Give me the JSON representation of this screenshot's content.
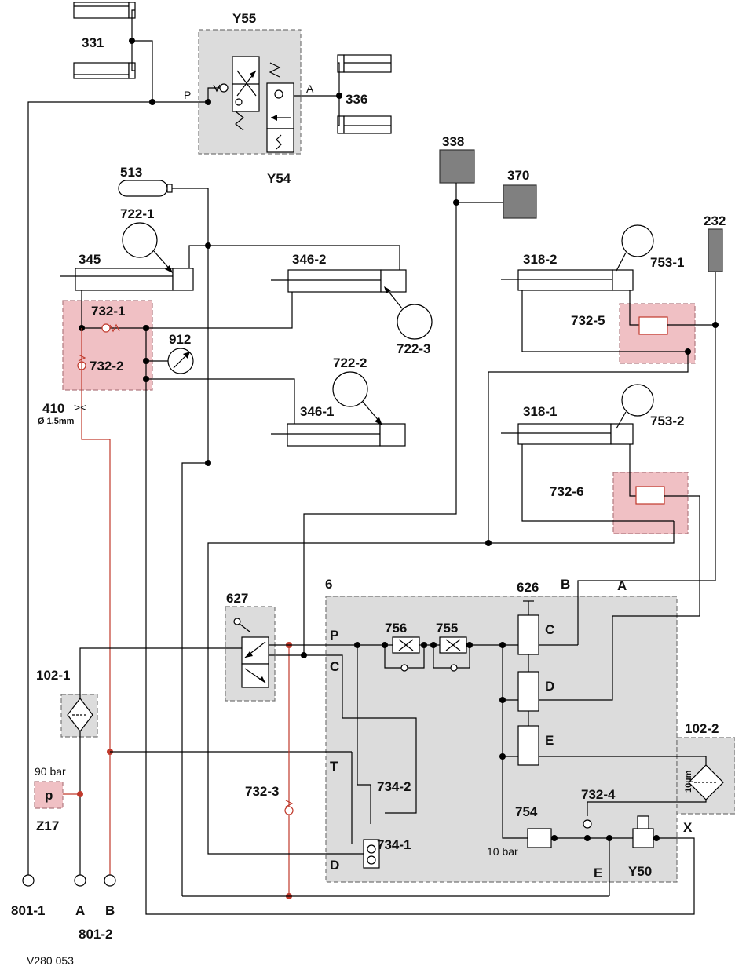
{
  "labels": {
    "y55": "Y55",
    "y54": "Y54",
    "c331": "331",
    "c336": "336",
    "port_p_top": "P",
    "port_a_top": "A",
    "c338": "338",
    "c370": "370",
    "c513": "513",
    "c722_1": "722-1",
    "c722_2": "722-2",
    "c722_3": "722-3",
    "c345": "345",
    "c346_2": "346-2",
    "c346_1": "346-1",
    "c732_1": "732-1",
    "c732_2": "732-2",
    "c732_3": "732-3",
    "c732_4": "732-4",
    "c732_5": "732-5",
    "c732_6": "732-6",
    "c912": "912",
    "c410": "410",
    "dia": "Ø 1,5mm",
    "c232": "232",
    "c318_2": "318-2",
    "c318_1": "318-1",
    "c753_1": "753-1",
    "c753_2": "753-2",
    "c627": "627",
    "c6": "6",
    "c626": "626",
    "c756": "756",
    "c755": "755",
    "port_p": "P",
    "port_c": "C",
    "port_t": "T",
    "port_d": "D",
    "port_b": "B",
    "port_a": "A",
    "valve_c": "C",
    "valve_d": "D",
    "valve_e": "E",
    "c102_1": "102-1",
    "c102_2": "102-2",
    "filter_rating": "10µm",
    "bar90": "90 bar",
    "p_switch": "p",
    "z17": "Z17",
    "c734_2": "734-2",
    "c734_1": "734-1",
    "c754": "754",
    "bar10": "10 bar",
    "y50": "Y50",
    "port_x": "X",
    "port_e": "E",
    "c801_1": "801-1",
    "pump_a": "A",
    "pump_b": "B",
    "c801_2": "801-2",
    "doc_ref": "V280 053"
  },
  "colors": {
    "line": "#000000",
    "return_line": "#c0392b",
    "block_fill": "#dcdcdc",
    "highlight_fill": "#f0c0c4",
    "sensor_fill": "#808080"
  }
}
